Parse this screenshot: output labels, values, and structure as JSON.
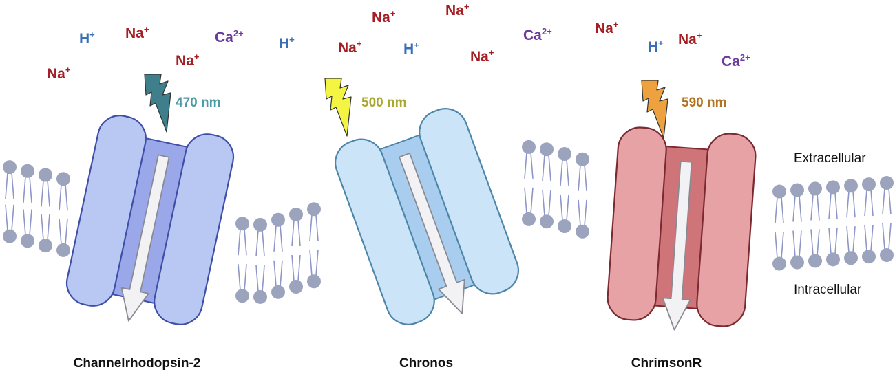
{
  "labels": {
    "extracellular": "Extracellular",
    "intracellular": "Intracellular"
  },
  "channels": [
    {
      "name": "Channelrhodopsin-2",
      "wavelength": "470 nm",
      "wavelength_color": "#4e9aa3",
      "bolt_color": "#3f7f8c",
      "colors": {
        "side": "#b9c7f3",
        "mid": "#9aa8ea",
        "stroke": "#3f4fa8"
      }
    },
    {
      "name": "Chronos",
      "wavelength": "500 nm",
      "wavelength_color": "#a8a832",
      "bolt_color": "#f4f442",
      "colors": {
        "side": "#cbe4f8",
        "mid": "#a9cdee",
        "stroke": "#4d86a8"
      }
    },
    {
      "name": "ChrimsonR",
      "wavelength": "590 nm",
      "wavelength_color": "#b0731f",
      "bolt_color": "#eda23f",
      "colors": {
        "side": "#e6a2a5",
        "mid": "#cf757a",
        "stroke": "#7a2a30"
      }
    }
  ],
  "ions": [
    {
      "base": "Na",
      "sup": "+",
      "color": "#a31f24"
    },
    {
      "base": "H",
      "sup": "+",
      "color": "#3a6fb7"
    },
    {
      "base": "Na",
      "sup": "+",
      "color": "#a31f24"
    },
    {
      "base": "Na",
      "sup": "+",
      "color": "#a31f24"
    },
    {
      "base": "Ca",
      "sup": "2+",
      "color": "#6a3b9a"
    },
    {
      "base": "H",
      "sup": "+",
      "color": "#3a6fb7"
    },
    {
      "base": "Na",
      "sup": "+",
      "color": "#a31f24"
    },
    {
      "base": "Na",
      "sup": "+",
      "color": "#a31f24"
    },
    {
      "base": "Na",
      "sup": "+",
      "color": "#a31f24"
    },
    {
      "base": "Ca",
      "sup": "2+",
      "color": "#6a3b9a"
    },
    {
      "base": "H",
      "sup": "+",
      "color": "#3a6fb7"
    },
    {
      "base": "Na",
      "sup": "+",
      "color": "#a31f24"
    },
    {
      "base": "Na",
      "sup": "+",
      "color": "#a31f24"
    },
    {
      "base": "H",
      "sup": "+",
      "color": "#3a6fb7"
    },
    {
      "base": "Na",
      "sup": "+",
      "color": "#a31f24"
    },
    {
      "base": "Ca",
      "sup": "2+",
      "color": "#6a3b9a"
    }
  ]
}
